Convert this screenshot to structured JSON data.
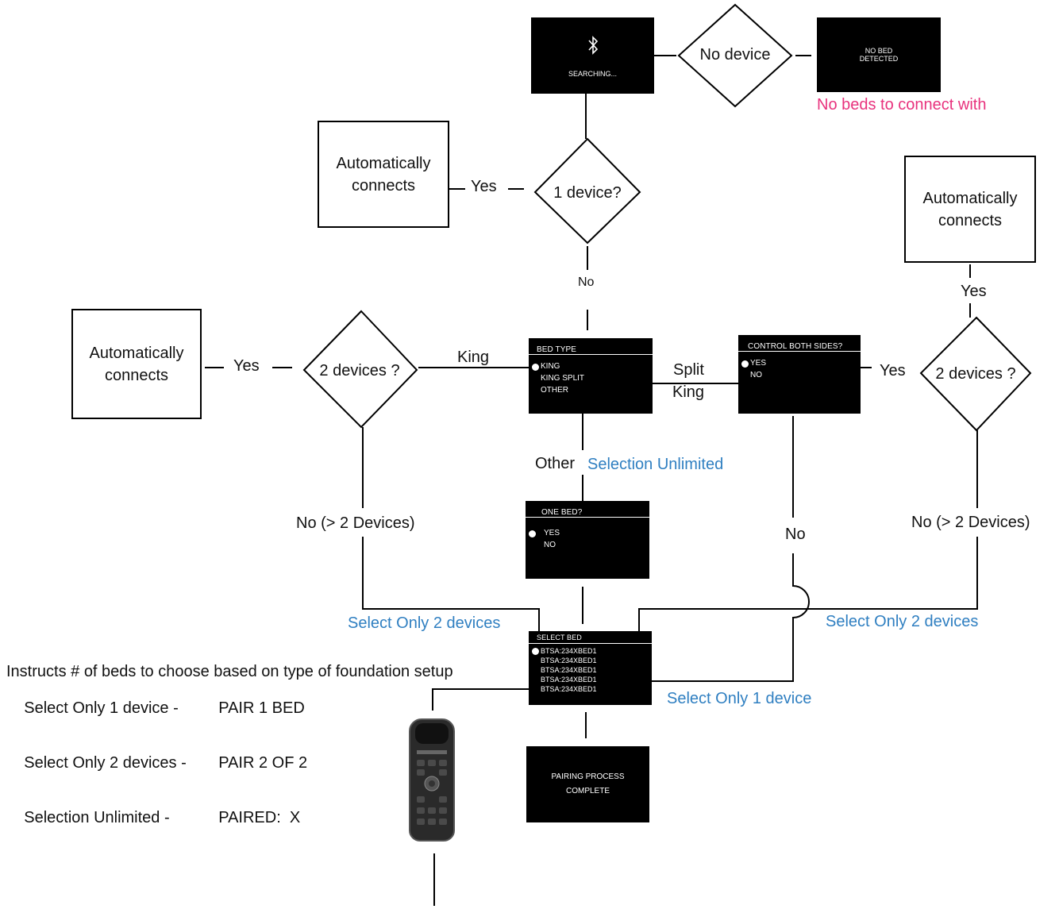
{
  "search_screen": {
    "icon": "bluetooth-icon",
    "text": "SEARCHING..."
  },
  "no_device_diamond": "No device",
  "no_bed_screen": {
    "line1": "NO BED",
    "line2": "DETECTED"
  },
  "no_beds_note": "No beds to connect with",
  "one_device_diamond": "1 device?",
  "auto_connect_top": {
    "line1": "Automatically",
    "line2": "connects"
  },
  "yes_top": "Yes",
  "no_after_one": "No",
  "auto_connect_right": {
    "line1": "Automatically",
    "line2": "connects"
  },
  "yes_right_top": "Yes",
  "auto_connect_left": {
    "line1": "Automatically",
    "line2": "connects"
  },
  "yes_left": "Yes",
  "two_devices_left": "2 devices ?",
  "king_label": "King",
  "bed_type_screen": {
    "header": "BED TYPE",
    "options": [
      "KING",
      "KING SPLIT",
      "OTHER"
    ]
  },
  "split_king_label": {
    "line1": "Split",
    "line2": "King"
  },
  "control_both_screen": {
    "header": "CONTROL BOTH SIDES?",
    "options": [
      "YES",
      "NO"
    ]
  },
  "yes_right_mid": "Yes",
  "two_devices_right": "2 devices ?",
  "other_label": "Other",
  "selection_unlimited": "Selection Unlimited",
  "one_bed_screen": {
    "header": "ONE BED?",
    "options": [
      "YES",
      "NO"
    ]
  },
  "no_more_left": "No  (> 2 Devices)",
  "no_middle_right": "No",
  "no_more_right": "No  (> 2 Devices)",
  "select_two_left": "Select Only 2 devices",
  "select_two_right": "Select Only 2 devices",
  "select_bed_screen": {
    "header": "SELECT BED",
    "options": [
      "BTSA:234XBED1",
      "BTSA:234XBED1",
      "BTSA:234XBED1",
      "BTSA:234XBED1",
      "BTSA:234XBED1"
    ]
  },
  "select_one": "Select Only 1 device",
  "legend": {
    "title": "Instructs # of beds to choose based on type of foundation setup",
    "rows": [
      {
        "label": "Select Only 1 device -",
        "value": "PAIR 1 BED"
      },
      {
        "label": "Select Only 2 devices -",
        "value": "PAIR 2 OF 2"
      },
      {
        "label": "Selection Unlimited -",
        "value": "PAIRED:  X"
      }
    ]
  },
  "complete_screen": {
    "line1": "PAIRING PROCESS",
    "line2": "COMPLETE"
  },
  "remote_image": "bed-remote-control",
  "colors": {
    "blue": "#2f7fc1",
    "pink": "#e8327d",
    "screen": "#000000"
  }
}
